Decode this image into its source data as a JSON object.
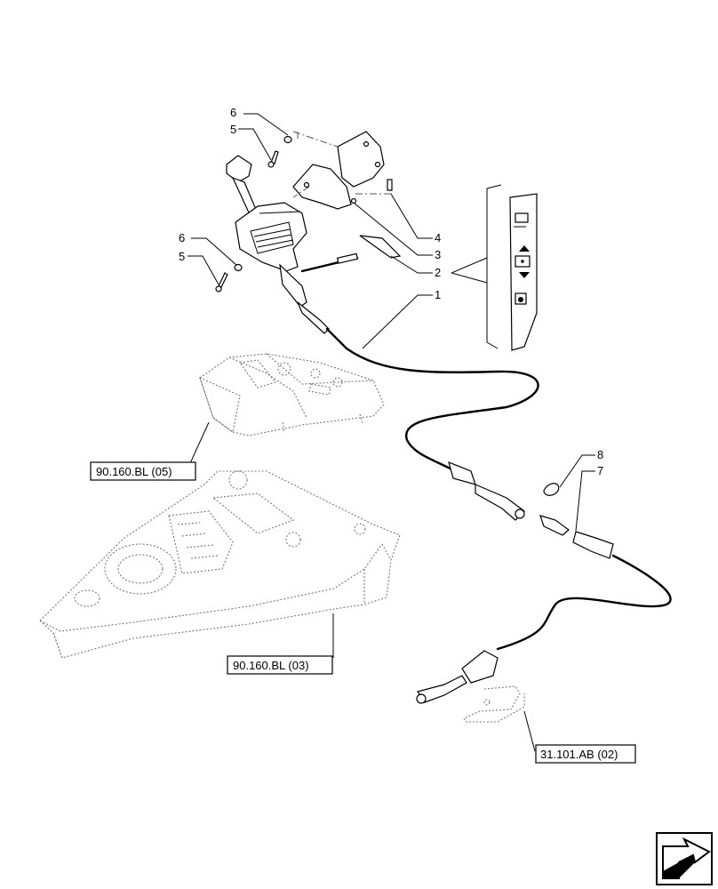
{
  "callouts": [
    {
      "id": "c6a",
      "text": "6"
    },
    {
      "id": "c5a",
      "text": "5"
    },
    {
      "id": "c6b",
      "text": "6"
    },
    {
      "id": "c5b",
      "text": "5"
    },
    {
      "id": "c4",
      "text": "4"
    },
    {
      "id": "c3",
      "text": "3"
    },
    {
      "id": "c2",
      "text": "2"
    },
    {
      "id": "c1",
      "text": "1"
    },
    {
      "id": "c8",
      "text": "8"
    },
    {
      "id": "c7",
      "text": "7"
    }
  ],
  "references": {
    "ref1": "90.160.BL (05)",
    "ref2": "90.160.BL (03)",
    "ref3": "31.101.AB (02)"
  },
  "icons": [
    "navigation-arrow-icon"
  ]
}
